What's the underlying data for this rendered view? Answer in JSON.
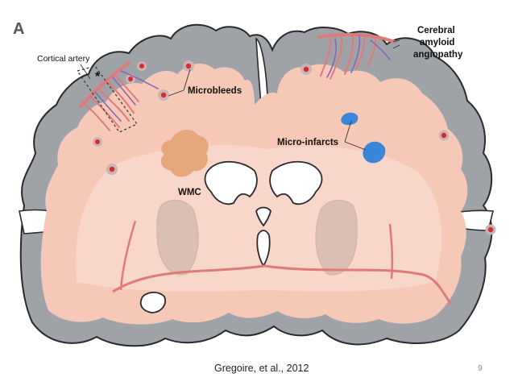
{
  "figure": {
    "panel_label": "A",
    "labels": {
      "cortical_artery": "Cortical artery",
      "asterisk": "*",
      "microbleeds": "Microbleeds",
      "micro_infarcts": "Micro-infarcts",
      "wmc": "WMC",
      "caa_line1": "Cerebral",
      "caa_line2": "amyloid",
      "caa_line3": "angiopathy"
    },
    "colors": {
      "cortex_gray": "#9fa3a8",
      "cortex_outline": "#2a2a2a",
      "white_matter_pink": "#f6c8b8",
      "white_matter_core": "#f8d6c9",
      "microbleed_red": "#d92b2b",
      "micro_infarct_blue": "#3a86d8",
      "wmc_orange": "#e6a77c",
      "vessel_red": "#e07a7a",
      "vessel_purple": "#8a66b5"
    }
  },
  "footer": {
    "citation": "Gregoire, et al., 2012",
    "page_number": "9"
  }
}
